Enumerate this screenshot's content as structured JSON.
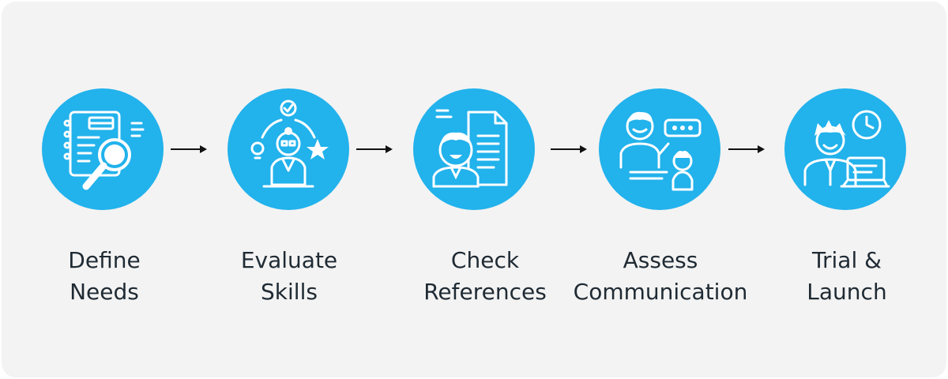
{
  "colors": {
    "background": "#f3f3f3",
    "circle": "#22b2ec",
    "icon": "#ffffff",
    "text": "#1f2a33",
    "arrow": "#111111"
  },
  "steps": [
    {
      "icon": "notebook-magnifier-icon",
      "label_line1": "Define",
      "label_line2": "Needs"
    },
    {
      "icon": "evaluator-person-icon",
      "label_line1": "Evaluate",
      "label_line2": "Skills"
    },
    {
      "icon": "person-documents-icon",
      "label_line1": "Check",
      "label_line2": "References"
    },
    {
      "icon": "conversation-people-icon",
      "label_line1": "Assess",
      "label_line2": "Communication"
    },
    {
      "icon": "person-laptop-clock-icon",
      "label_line1": "Trial &",
      "label_line2": "Launch"
    }
  ]
}
